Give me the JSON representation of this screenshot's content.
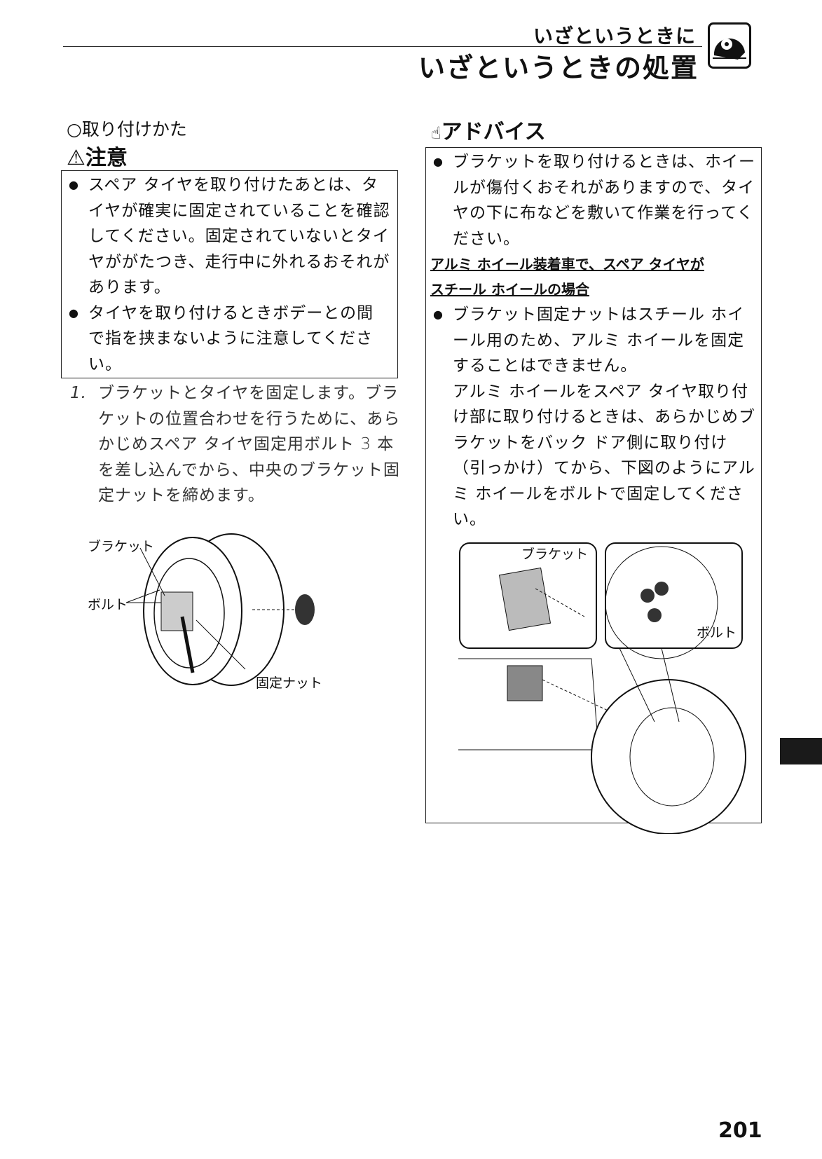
{
  "header": {
    "section": "いざというときに",
    "title": "いざというときの処置",
    "icon": "flat-tire-icon"
  },
  "left": {
    "subheading": "○取り付けかた",
    "caution": {
      "icon": "warning-triangle-icon",
      "title": "注意",
      "items": [
        "スペア タイヤを取り付けたあとは、タイヤが確実に固定されていることを確認してください。固定されていないとタイヤががたつき、走行中に外れるおそれがあります。",
        "タイヤを取り付けるときボデーとの間で指を挟まないように注意してください。"
      ]
    },
    "step": {
      "number": "1.",
      "text": "ブラケットとタイヤを固定します。ブラケットの位置合わせを行うために、あらかじめスペア タイヤ固定用ボルト 3 本を差し込んでから、中央のブラケット固定ナットを締めます。"
    },
    "figure_labels": {
      "bracket": "ブラケット",
      "bolt": "ボルト",
      "nut": "固定ナット"
    }
  },
  "right": {
    "advice": {
      "icon": "pointing-hand-icon",
      "title": "アドバイス",
      "item1": "ブラケットを取り付けるときは、ホイールが傷付くおそれがありますので、タイヤの下に布などを敷いて作業を行ってください。",
      "subhead_line1": "アルミ ホイール装着車で、スペア タイヤが",
      "subhead_line2": "スチール ホイールの場合",
      "item2": "ブラケット固定ナットはスチール ホイール用のため、アルミ ホイールを固定することはできません。",
      "item2_cont": "アルミ ホイールをスペア タイヤ取り付け部に取り付けるときは、あらかじめブラケットをバック ドア側に取り付け（引っかけ）てから、下図のようにアルミ ホイールをボルトで固定してください。",
      "figure_labels": {
        "bracket": "ブラケット",
        "bolt": "ボルト"
      }
    }
  },
  "page_number": "201"
}
